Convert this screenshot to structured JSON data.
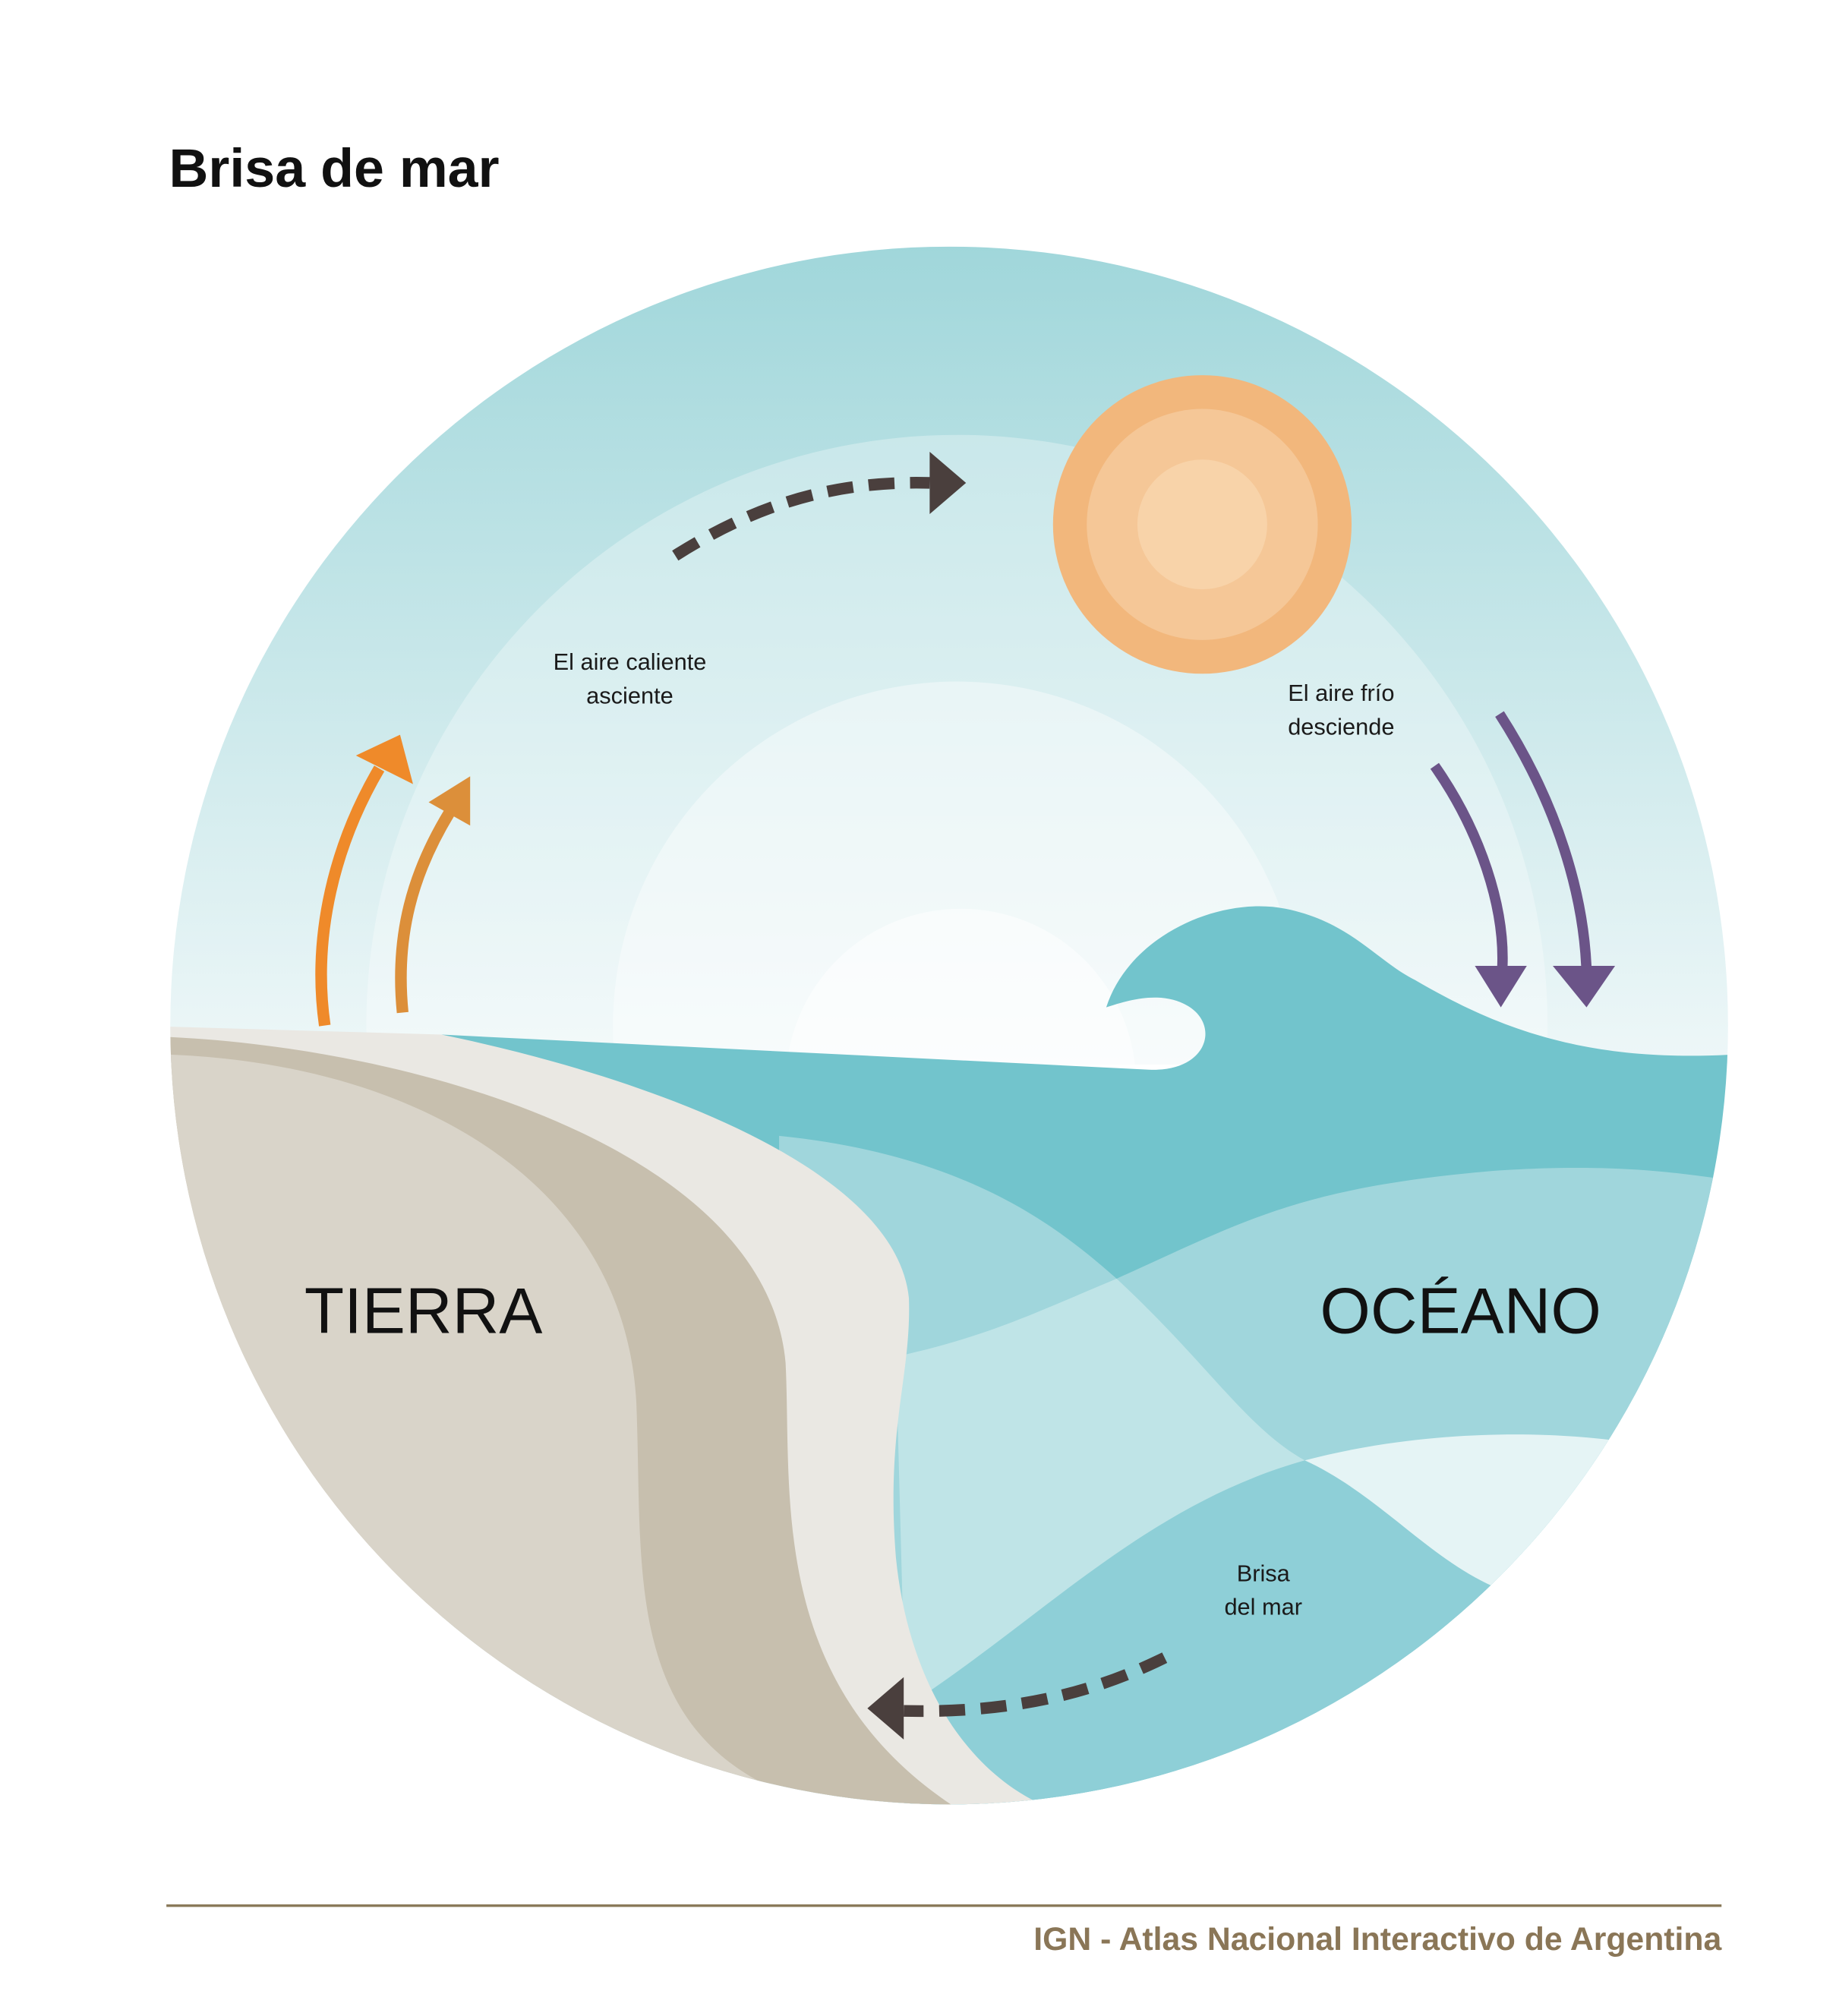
{
  "title": "Brisa de mar",
  "labels": {
    "warm_air_line1": "El aire caliente",
    "warm_air_line2": "asciente",
    "cold_air_line1": "El aire frío",
    "cold_air_line2": "desciende",
    "breeze_line1": "Brisa",
    "breeze_line2": "del mar",
    "land": "TIERRA",
    "ocean": "OCÉANO"
  },
  "footer": {
    "credit": "IGN - Atlas Nacional Interactivo de Argentina"
  },
  "colors": {
    "sky_top": "#9fd6da",
    "sky_bottom": "#eef7f8",
    "sun_outer": "#f2b77c",
    "sun_mid": "#f5c797",
    "sun_inner": "#f8d3a9",
    "ocean": "#72c4cc",
    "warm_arrow": "#ef8a2a",
    "cold_arrow": "#6b5488",
    "breeze_arrow": "#4a3f3d",
    "footer": "#8a7657"
  }
}
